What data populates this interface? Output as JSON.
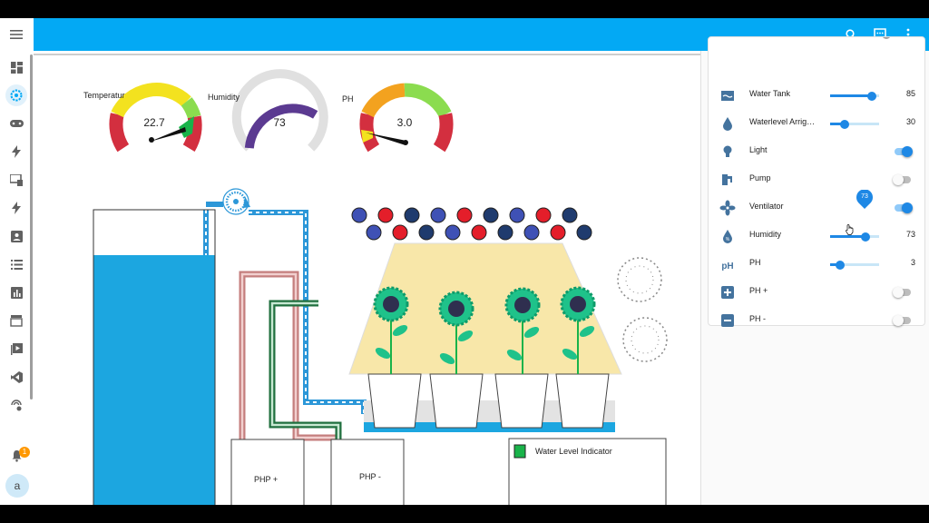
{
  "app": {
    "accent_color": "#03a9f4",
    "toolbar_icons": [
      "search-icon",
      "chat-icon",
      "more-vert-icon"
    ]
  },
  "sidebar": {
    "icons": [
      "menu-icon",
      "dashboard-icon",
      "settings-flower-icon",
      "gamepad-icon",
      "flash-icon",
      "devices-icon",
      "flash-icon",
      "account-box-icon",
      "list-icon",
      "chart-icon",
      "hacs-store-icon",
      "media-icon",
      "vscode-icon",
      "remote-icon"
    ],
    "notification_count": "1",
    "user_initial": "a"
  },
  "gauges": [
    {
      "label": "Temperatur",
      "value": "22.7",
      "needle_fraction": 0.76
    },
    {
      "label": "Humidity",
      "value": "73",
      "fill_fraction": 0.73
    },
    {
      "label": "PH",
      "value": "3.0",
      "needle_fraction": 0.2
    }
  ],
  "diagram": {
    "php_plus_label": "PHP +",
    "php_minus_label": "PHP -",
    "legend_label": "Water Level Indicator",
    "tank_fill_fraction": 0.85,
    "colors": {
      "water": "#1ca6e0",
      "pipe": "#2c97d8",
      "ph_plus_pipe": "#d1908f",
      "ph_minus_pipe": "#1f6f3e",
      "light": "#f8e7a9",
      "legend": "#19b34a"
    }
  },
  "controls": {
    "rows": [
      {
        "key": "water_tank",
        "label": "Water Tank",
        "type": "slider",
        "value": "85",
        "fraction": 0.85,
        "icon": "water-tank-icon"
      },
      {
        "key": "waterlevel",
        "label": "Waterlevel Arrig…",
        "type": "slider",
        "value": "30",
        "fraction": 0.3,
        "icon": "water-drop-icon"
      },
      {
        "key": "light",
        "label": "Light",
        "type": "toggle",
        "on": true,
        "icon": "lightbulb-icon"
      },
      {
        "key": "pump",
        "label": "Pump",
        "type": "toggle",
        "on": false,
        "icon": "pump-icon"
      },
      {
        "key": "ventilator",
        "label": "Ventilator",
        "type": "toggle",
        "on": true,
        "icon": "fan-icon"
      },
      {
        "key": "humidity",
        "label": "Humidity",
        "type": "slider",
        "value": "73",
        "fraction": 0.73,
        "icon": "humidity-icon"
      },
      {
        "key": "ph",
        "label": "PH",
        "type": "slider",
        "value": "3",
        "fraction": 0.2,
        "icon": "ph-icon"
      },
      {
        "key": "ph_plus",
        "label": "PH +",
        "type": "toggle",
        "on": false,
        "icon": "plus-box-icon"
      },
      {
        "key": "ph_minus",
        "label": "PH -",
        "type": "toggle",
        "on": false,
        "icon": "minus-box-icon"
      }
    ],
    "tooltip_value": "73"
  }
}
